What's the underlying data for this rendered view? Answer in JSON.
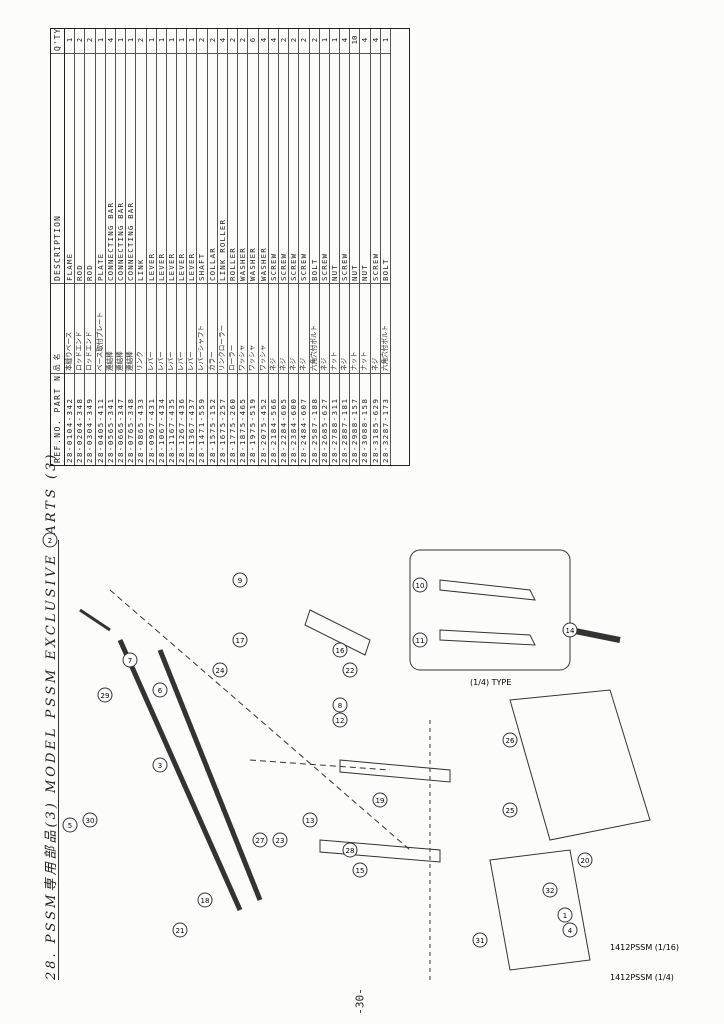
{
  "section_title": "28. PSSM専用部品(3) MODEL PSSM EXCLUSIVE PARTS (3)",
  "page_number": "-30-",
  "table": {
    "headers": {
      "ref": "REF.NO. PART NO.",
      "jp": "品 名",
      "desc": "DESCRIPTION",
      "qty": "Q'TY"
    },
    "rows": [
      {
        "ref": "28-0104-342",
        "jp": "本縫りベース",
        "desc": "FLAME",
        "qty": "1"
      },
      {
        "ref": "28-0204-348",
        "jp": "ロッドエンド",
        "desc": "ROD",
        "qty": "2"
      },
      {
        "ref": "28-0304-349",
        "jp": "ロッドエンド",
        "desc": "ROD",
        "qty": "2"
      },
      {
        "ref": "28-0405-411",
        "jp": "ベース取付プレート",
        "desc": "PLATE",
        "qty": "1"
      },
      {
        "ref": "28-0565-341",
        "jp": "連結棒",
        "desc": "CONNECTING BAR",
        "qty": "4"
      },
      {
        "ref": "28-0665-347",
        "jp": "連結棒",
        "desc": "CONNECTING BAR",
        "qty": "1"
      },
      {
        "ref": "28-0765-348",
        "jp": "連結棒",
        "desc": "CONNECTING BAR",
        "qty": "1"
      },
      {
        "ref": "28-0865-433",
        "jp": "リンク",
        "desc": "LINK",
        "qty": "2"
      },
      {
        "ref": "28-0967-431",
        "jp": "レバー",
        "desc": "LEVER",
        "qty": "1"
      },
      {
        "ref": "28-1067-434",
        "jp": "レバー",
        "desc": "LEVER",
        "qty": "1"
      },
      {
        "ref": "28-1167-435",
        "jp": "レバー",
        "desc": "LEVER",
        "qty": "1"
      },
      {
        "ref": "28-1267-436",
        "jp": "レバー",
        "desc": "LEVER",
        "qty": "1"
      },
      {
        "ref": "28-1367-437",
        "jp": "レバー",
        "desc": "LEVER",
        "qty": "1"
      },
      {
        "ref": "28-1471-559",
        "jp": "レバーシャフト",
        "desc": "SHAFT",
        "qty": "2"
      },
      {
        "ref": "28-1575-152",
        "jp": "カラー",
        "desc": "COLLAR",
        "qty": "2"
      },
      {
        "ref": "28-1675-257",
        "jp": "リンクローラー",
        "desc": "LINK ROLLER",
        "qty": "4"
      },
      {
        "ref": "28-1775-260",
        "jp": "ローラー",
        "desc": "ROLLER",
        "qty": "2"
      },
      {
        "ref": "28-1875-465",
        "jp": "ワッシャ",
        "desc": "WASHER",
        "qty": "2"
      },
      {
        "ref": "28-1975-519",
        "jp": "ワッシャ",
        "desc": "WASHER",
        "qty": "6"
      },
      {
        "ref": "28-2075-452",
        "jp": "ワッシャ",
        "desc": "WASHER",
        "qty": "4"
      },
      {
        "ref": "28-2184-566",
        "jp": "ネジ",
        "desc": "SCREW",
        "qty": "4"
      },
      {
        "ref": "28-2284-605",
        "jp": "ネジ",
        "desc": "SCREW",
        "qty": "2"
      },
      {
        "ref": "28-2384-600",
        "jp": "ネジ",
        "desc": "SCREW",
        "qty": "2"
      },
      {
        "ref": "28-2484-607",
        "jp": "ネジ",
        "desc": "SCREW",
        "qty": "2"
      },
      {
        "ref": "28-2587-188",
        "jp": "六角穴付ボルト",
        "desc": "BOLT",
        "qty": "2"
      },
      {
        "ref": "28-2685-627",
        "jp": "ネジ",
        "desc": "SCREW",
        "qty": "1"
      },
      {
        "ref": "28-2788-311",
        "jp": "ナット",
        "desc": "NUT",
        "qty": "1"
      },
      {
        "ref": "28-2887-181",
        "jp": "ネジ",
        "desc": "SCREW",
        "qty": "4"
      },
      {
        "ref": "28-2988-157",
        "jp": "ナット",
        "desc": "NUT",
        "qty": "10"
      },
      {
        "ref": "28-3088-158",
        "jp": "ナット",
        "desc": "NUT",
        "qty": "4"
      },
      {
        "ref": "28-3185-629",
        "jp": "ネジ",
        "desc": "SCREW",
        "qty": "4"
      },
      {
        "ref": "28-3287-173",
        "jp": "六角穴付ボルト",
        "desc": "BOLT",
        "qty": "1"
      }
    ]
  },
  "diagram": {
    "inset_label": "(1/4) TYPE",
    "sub_label_a": "1412PSSM (1/16)",
    "sub_label_b": "1412PSSM (1/4)",
    "callouts": [
      "1",
      "2",
      "3",
      "4",
      "5",
      "6",
      "7",
      "8",
      "9",
      "10",
      "11",
      "12",
      "13",
      "14",
      "15",
      "16",
      "17",
      "18",
      "19",
      "20",
      "21",
      "22",
      "23",
      "24",
      "25",
      "26",
      "27",
      "28",
      "29",
      "30",
      "31",
      "32"
    ]
  }
}
